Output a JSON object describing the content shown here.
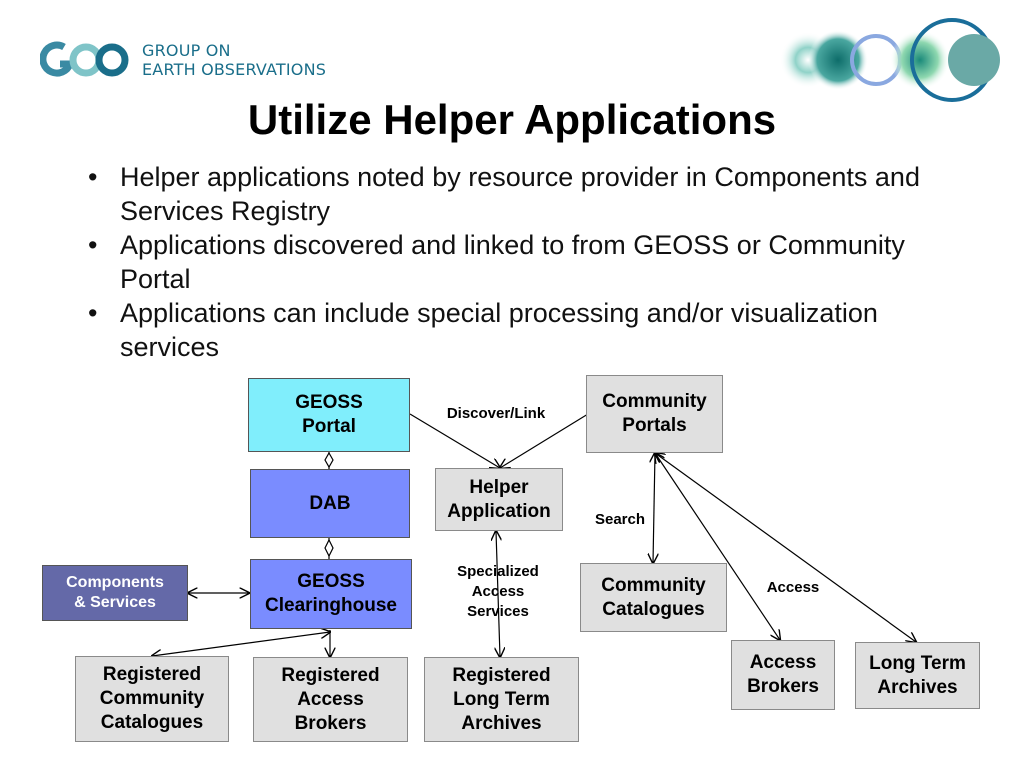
{
  "logo": {
    "line1": "GROUP ON",
    "line2": "EARTH OBSERVATIONS"
  },
  "title": "Utilize Helper Applications",
  "bullets": [
    "Helper applications noted by resource provider in Components and Services Registry",
    "Applications discovered and linked to from GEOSS or Community Portal",
    "Applications can include special processing and/or visualization services"
  ],
  "boxes": {
    "geoss_portal": "GEOSS\nPortal",
    "dab": "DAB",
    "geoss_clearinghouse": "GEOSS\nClearinghouse",
    "components_services": "Components\n&  Services",
    "community_portals": "Community\nPortals",
    "helper_application": "Helper\nApplication",
    "community_catalogues": "Community\nCatalogues",
    "access_brokers": "Access\nBrokers",
    "long_term_archives": "Long Term\nArchives",
    "registered_community_catalogues": "Registered\nCommunity\nCatalogues",
    "registered_access_brokers": "Registered\nAccess\nBrokers",
    "registered_long_term_archives": "Registered\nLong Term\nArchives"
  },
  "labels": {
    "discover_link": "Discover/Link",
    "search": "Search",
    "specialized_access_services": "Specialized\nAccess\nServices",
    "access": "Access"
  },
  "colors": {
    "portal_cyan": "#80eefc",
    "dab_blue": "#7a8cff",
    "components_purple": "#6469a8",
    "box_gray": "#e0e0e0",
    "logo_teal": "#1a6e8a"
  }
}
